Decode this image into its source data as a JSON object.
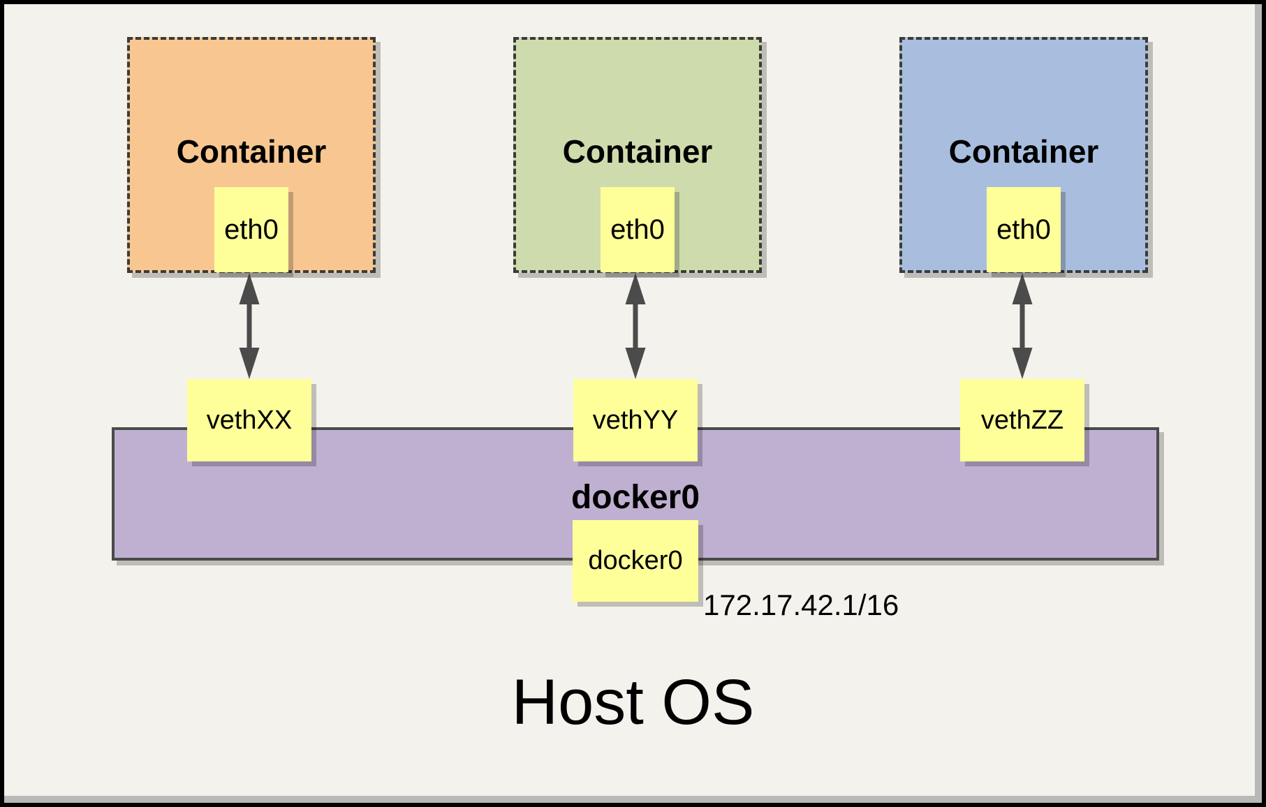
{
  "diagram": {
    "containers": [
      {
        "title": "Container",
        "interface_label": "eth0",
        "veth_label": "vethXX",
        "fill": "#f8c791"
      },
      {
        "title": "Container",
        "interface_label": "eth0",
        "veth_label": "vethYY",
        "fill": "#cedbac"
      },
      {
        "title": "Container",
        "interface_label": "eth0",
        "veth_label": "vethZZ",
        "fill": "#a9bede"
      }
    ],
    "bridge": {
      "name": "docker0",
      "interface_label": "docker0",
      "ip_address": "172.17.42.1/16",
      "fill": "#bfb0d1"
    },
    "host_label": "Host OS",
    "accent_colors": {
      "interface_box_fill": "#feff99",
      "arrow_color": "#4b4b4b"
    }
  }
}
